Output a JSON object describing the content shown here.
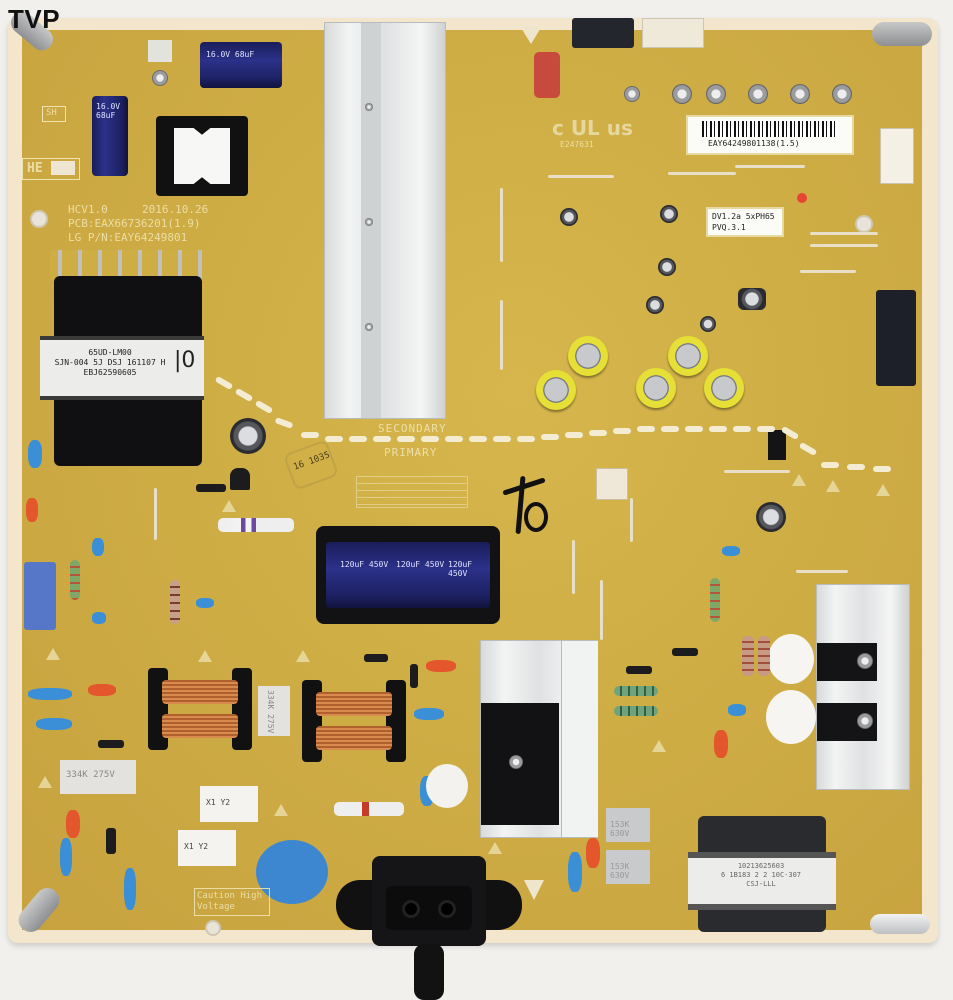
{
  "watermark": "TVP",
  "board": {
    "silkscreen": {
      "model": "HCV1.0",
      "date": "2016.10.26",
      "pcb": "PCB:EAX66736201(1.9)",
      "lg_pn": "LG P/N:EAY64249801",
      "secondary": "SECONDARY",
      "primary": "PRIMARY",
      "caution_box": "Caution High Voltage",
      "sh": "SH",
      "he": "HE",
      "ul": "c UL us",
      "ul_number": "E247631",
      "marking_code": "16 1035"
    },
    "barcode_label": "EAY64249801138(1.5)",
    "version_label": {
      "line1": "DV1.2a 5xPH65",
      "line2": "PVQ.3.1"
    },
    "main_transformer_label": {
      "line1": "65UD-LM00",
      "line2": "SJN-004 5J DSJ 161107 H",
      "line3": "EBJ62590605",
      "mark": "|0"
    },
    "small_transformer_label": {
      "line1": "10213625603",
      "line2": "6 1B183 2 2 10C-307",
      "line3": "CSJ-LLL"
    },
    "bulk_cap_marking": "120uF 450V",
    "small_caps": [
      "16.0V 68uF",
      "16.0V 68uF"
    ],
    "film_caps": [
      "334K 275V",
      "334K 275V",
      "X1 Y2",
      "X1 Y2",
      "153K 630V",
      "153K 630V"
    ],
    "components": [
      "main-transformer",
      "standby-transformer",
      "bulk-capacitor",
      "heatsink-primary",
      "heatsink-secondary-top",
      "heatsink-mosfet",
      "common-mode-choke-1",
      "common-mode-choke-2",
      "ac-inlet",
      "output-connector-black",
      "output-connector-white",
      "side-connector-white",
      "side-connector-black"
    ],
    "colors": {
      "pcb": "#cfad45",
      "board_edge": "#f3e6cd",
      "electrolytic_cap": "#2c318a",
      "yellow_cap": "#e6df35",
      "heatsink": "#e4e6e7",
      "copper": "#d98a4f"
    }
  }
}
